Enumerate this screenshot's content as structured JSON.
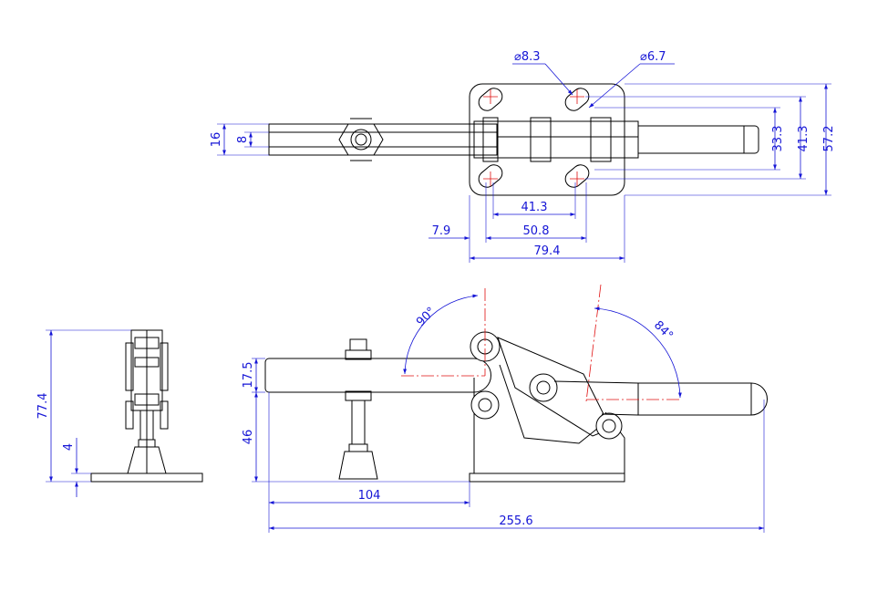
{
  "colors": {
    "outline": "#000000",
    "dimension": "#1515d6",
    "centerline": "#e01010",
    "background": "#ffffff"
  },
  "dims": {
    "hole_large_dia": "⌀8.3",
    "hole_small_dia": "⌀6.7",
    "width_16": "16",
    "width_8": "8",
    "height_33_3": "33.3",
    "height_41_3": "41.3",
    "height_57_2": "57.2",
    "spacing_41_3": "41.3",
    "offset_7_9": "7.9",
    "spacing_50_8": "50.8",
    "base_79_4": "79.4",
    "angle_90": "90°",
    "angle_84": "84°",
    "height_17_5": "17.5",
    "height_46": "46",
    "length_104": "104",
    "length_255_6": "255.6",
    "height_77_4": "77.4",
    "thickness_4": "4"
  }
}
